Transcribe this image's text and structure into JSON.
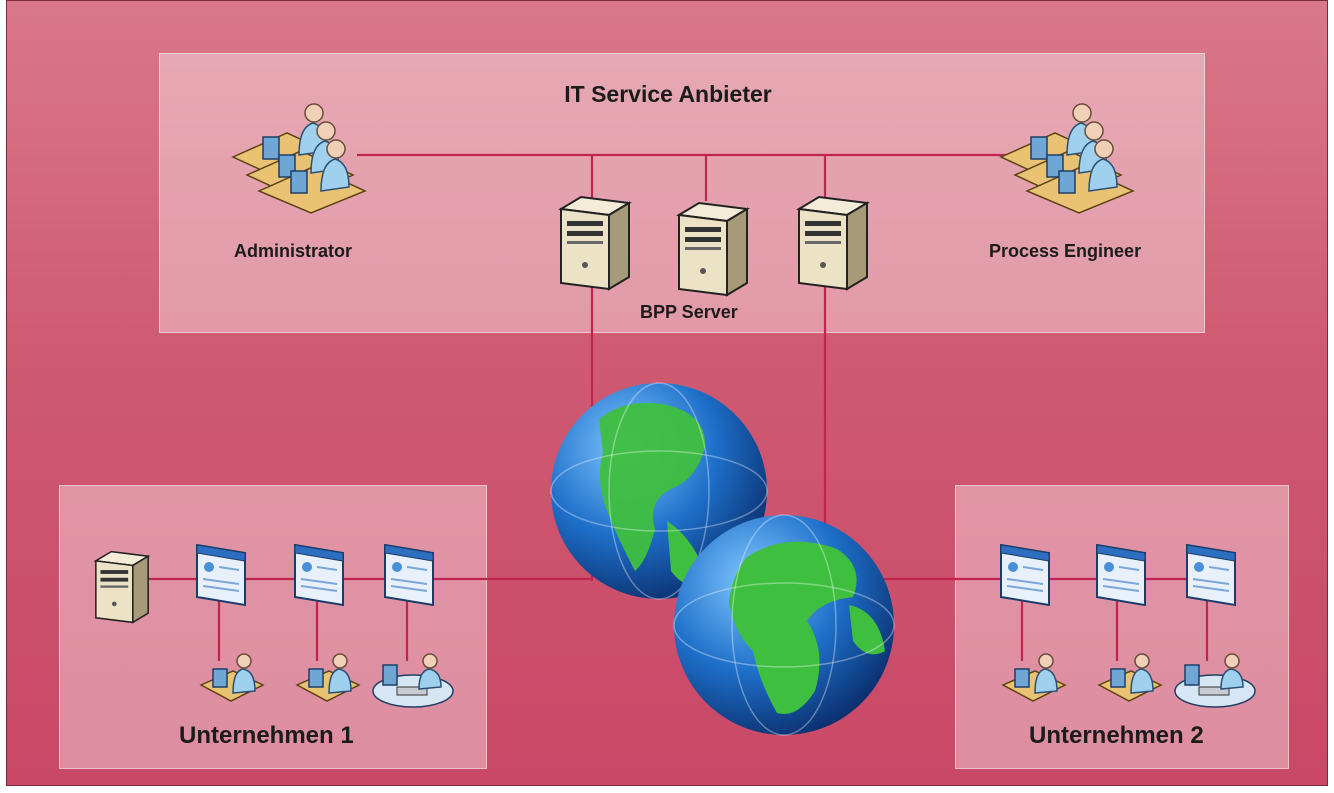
{
  "diagram": {
    "title": "IT Service Anbieter",
    "labels": {
      "administrator": "Administrator",
      "process_engineer": "Process Engineer",
      "bpp_server": "BPP Server",
      "company1": "Unternehmen 1",
      "company2": "Unternehmen 2"
    },
    "icons": [
      "workgroup-icon",
      "server-icon",
      "web-page-icon",
      "user-workstation-icon",
      "user-keyboard-icon",
      "globe-icon"
    ],
    "colors": {
      "background": "#cf5a72",
      "panel": "#eec3cc",
      "connector": "#c0244f"
    }
  }
}
